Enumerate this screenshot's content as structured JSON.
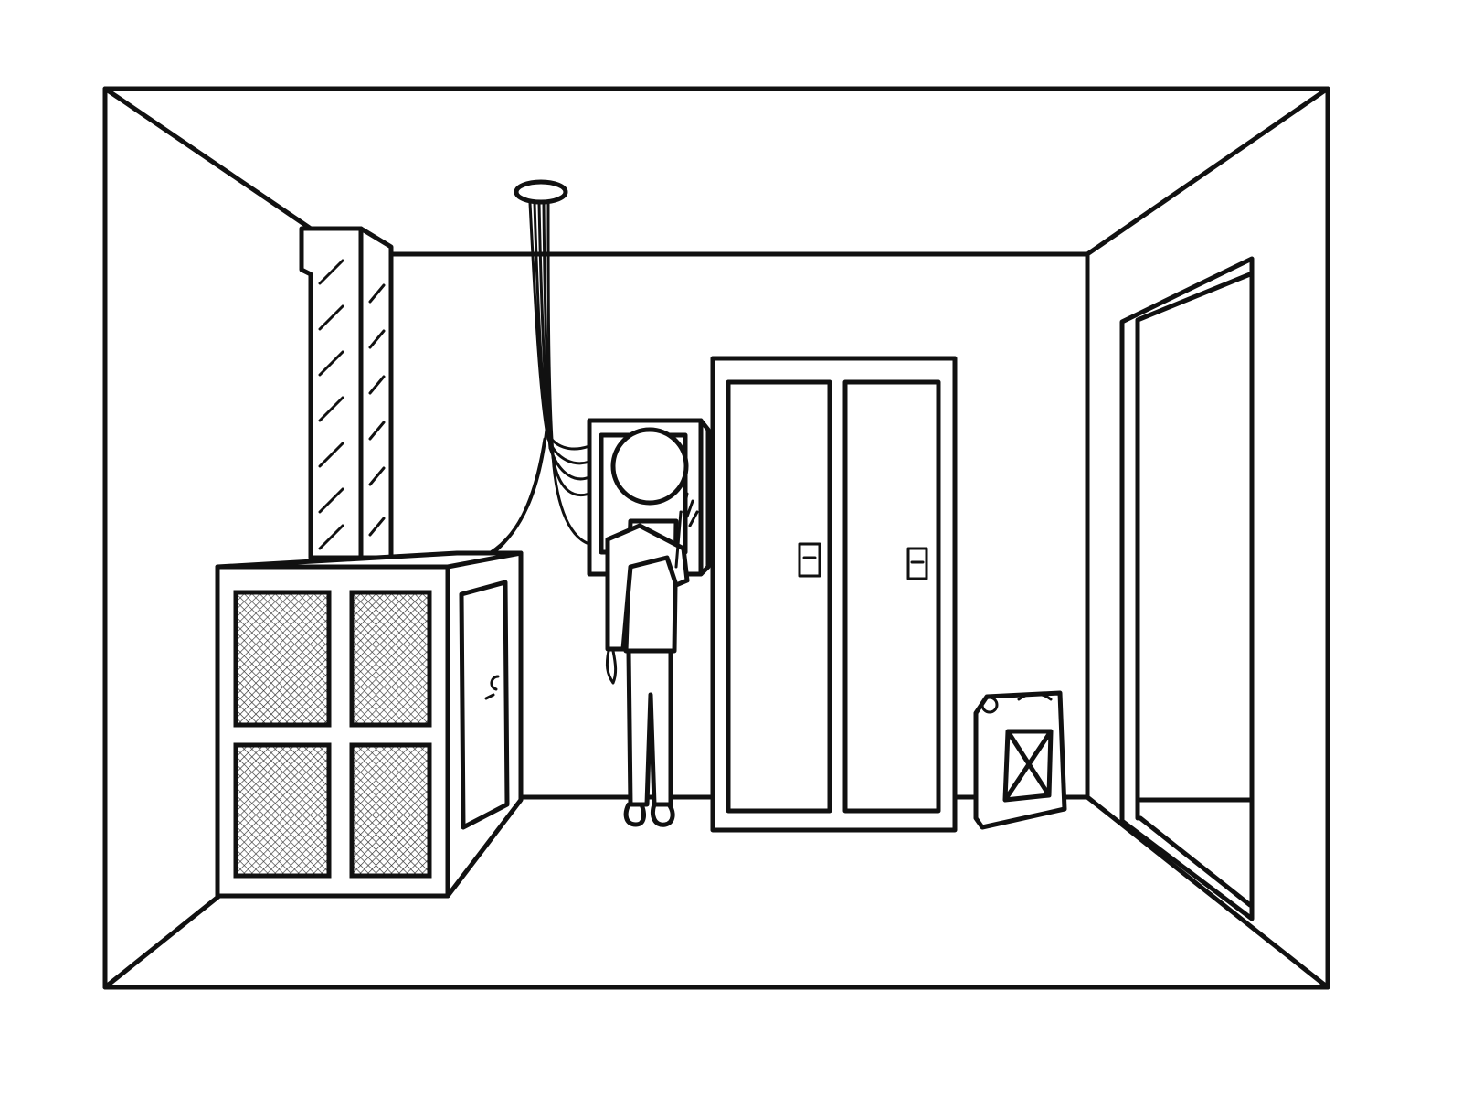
{
  "scene": {
    "type": "room-illustration",
    "colors": {
      "ink": "#111111",
      "paper": "#ffffff"
    },
    "objects": [
      "ceiling-fixture",
      "wires",
      "duct",
      "cabinet",
      "electrical-panel",
      "person",
      "lockers",
      "jerrycan",
      "doorway"
    ]
  }
}
